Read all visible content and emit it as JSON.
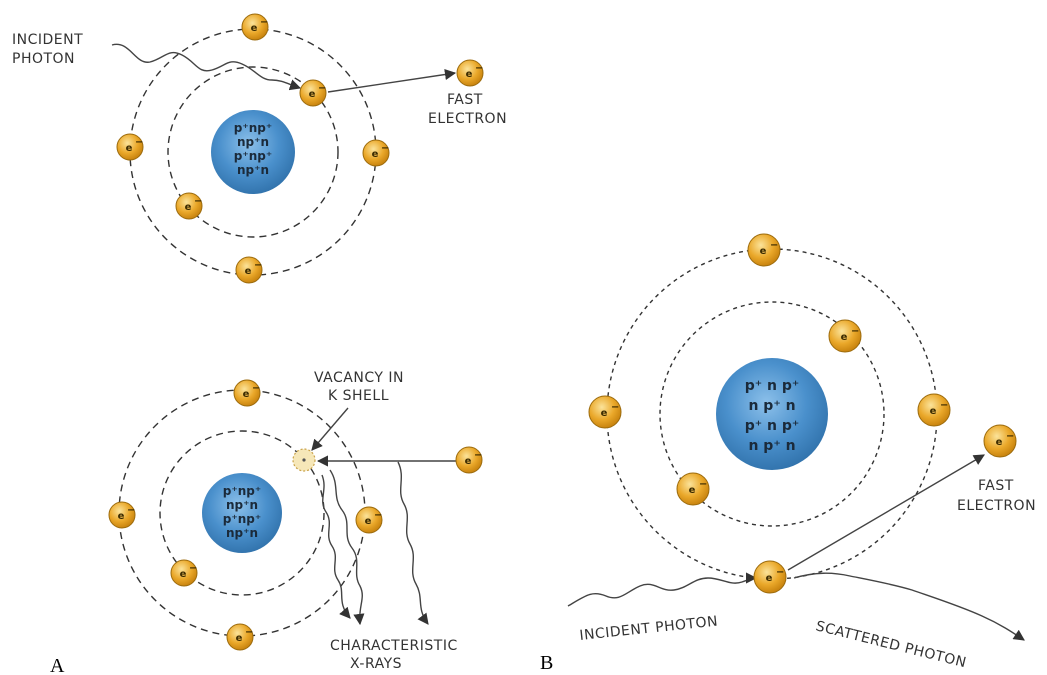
{
  "diagram": {
    "panel_a_label": "A",
    "panel_b_label": "B",
    "electron_symbol": "e",
    "electron_charge": "−",
    "nucleus_small": [
      "p⁺np⁺",
      "np⁺n",
      "p⁺np⁺",
      "np⁺n"
    ],
    "nucleus_large": [
      "p⁺ n p⁺",
      "n p⁺ n",
      "p⁺ n p⁺",
      "n p⁺ n"
    ],
    "top_atom": {
      "incident_photon": [
        "INCIDENT",
        "PHOTON"
      ],
      "fast_electron": [
        "FAST",
        "ELECTRON"
      ]
    },
    "bottom_atom": {
      "vacancy": [
        "VACANCY IN",
        "K SHELL"
      ],
      "characteristic": [
        "CHARACTERISTIC",
        "X-RAYS"
      ]
    },
    "compton": {
      "incident_photon": "INCIDENT PHOTON",
      "scattered_photon": "SCATTERED PHOTON",
      "fast_electron": [
        "FAST",
        "ELECTRON"
      ]
    },
    "colors": {
      "electron_fill": "#e9a21f",
      "electron_highlight": "#f8d77a",
      "nucleus_fill": "#3d86c6",
      "nucleus_highlight": "#7fb6e3"
    }
  }
}
